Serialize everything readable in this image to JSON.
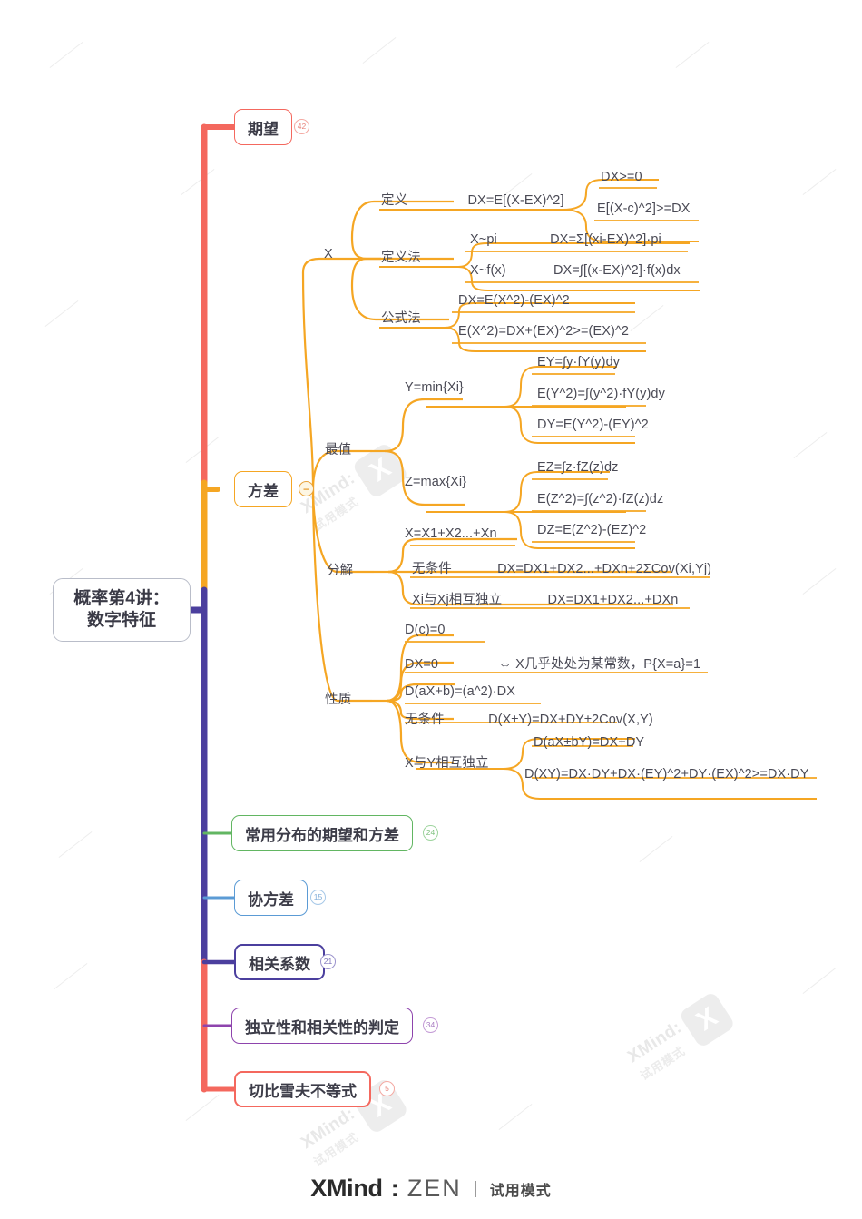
{
  "app": {
    "brand_x": "XMind",
    "brand_colon": ":",
    "brand_zen": "ZEN",
    "separator": "|",
    "mode": "试用模式",
    "watermark_text": "XMind:",
    "watermark_sub": "试用模式",
    "watermark_logo": "X"
  },
  "colors": {
    "expect": "#f4685e",
    "variance": "#f5a623",
    "common": "#62b662",
    "cov": "#5b9bd5",
    "corr": "#4b3f9e",
    "indep": "#8e44ad",
    "cheby": "#f4685e",
    "root_border": "#b9bdc9",
    "text": "#4a4a55",
    "spine_top": "#f4685e",
    "spine_mid": "#4b3f9e"
  },
  "root": {
    "line1": "概率第4讲：",
    "line2": "数字特征"
  },
  "main_branches": [
    {
      "id": "expect",
      "label": "期望",
      "badge": "42",
      "color": "#f4685e"
    },
    {
      "id": "variance",
      "label": "方差",
      "badge": "−",
      "color": "#f5a623"
    },
    {
      "id": "common",
      "label": "常用分布的期望和方差",
      "badge": "24",
      "color": "#62b662"
    },
    {
      "id": "cov",
      "label": "协方差",
      "badge": "15",
      "color": "#5b9bd5"
    },
    {
      "id": "corr",
      "label": "相关系数",
      "badge": "21",
      "color": "#4b3f9e"
    },
    {
      "id": "indep",
      "label": "独立性和相关性的判定",
      "badge": "34",
      "color": "#8e44ad"
    },
    {
      "id": "cheby",
      "label": "切比雪夫不等式",
      "badge": "5",
      "color": "#f4685e"
    }
  ],
  "variance_tree": {
    "groups": [
      {
        "label": "X",
        "children": [
          {
            "label": "定义",
            "formula": "DX=E[(X-EX)^2]",
            "children": [
              {
                "label": "DX>=0"
              },
              {
                "label": "E[(X-c)^2]>=DX"
              }
            ]
          },
          {
            "label": "定义法",
            "formula": "",
            "children": [
              {
                "label": "X~pi",
                "formula": "DX=Σ[(xi-EX)^2]·pi"
              },
              {
                "label": "X~f(x)",
                "formula": "DX=∫[(x-EX)^2]·f(x)dx"
              }
            ]
          },
          {
            "label": "公式法",
            "formula": "",
            "children": [
              {
                "label": "DX=E(X^2)-(EX)^2"
              },
              {
                "label": "E(X^2)=DX+(EX)^2>=(EX)^2"
              }
            ]
          }
        ]
      },
      {
        "label": "最值",
        "children": [
          {
            "label": "Y=min{Xi}",
            "children": [
              {
                "label": "EY=∫y·fY(y)dy"
              },
              {
                "label": "E(Y^2)=∫(y^2)·fY(y)dy"
              },
              {
                "label": "DY=E(Y^2)-(EY)^2"
              }
            ]
          },
          {
            "label": "Z=max{Xi}",
            "children": [
              {
                "label": "EZ=∫z·fZ(z)dz"
              },
              {
                "label": "E(Z^2)=∫(z^2)·fZ(z)dz"
              },
              {
                "label": "DZ=E(Z^2)-(EZ)^2"
              }
            ]
          }
        ]
      },
      {
        "label": "分解",
        "children": [
          {
            "label": "X=X1+X2...+Xn"
          },
          {
            "label": "无条件",
            "formula": "DX=DX1+DX2...+DXn+2ΣCov(Xi,Yj)"
          },
          {
            "label": "Xi与Xj相互独立",
            "formula": "DX=DX1+DX2...+DXn"
          }
        ]
      },
      {
        "label": "性质",
        "children": [
          {
            "label": "D(c)=0"
          },
          {
            "label": "DX=0",
            "formula": "⇔ X几乎处处为某常数，P{X=a}=1"
          },
          {
            "label": "D(aX+b)=(a^2)·DX"
          },
          {
            "label": "无条件",
            "formula": "D(X±Y)=DX+DY±2Cov(X,Y)"
          },
          {
            "label": "X与Y相互独立",
            "children": [
              {
                "label": "D(aX±bY)=DX+DY"
              },
              {
                "label": "D(XY)=DX·DY+DX·(EY)^2+DY·(EX)^2>=DX·DY"
              }
            ]
          }
        ]
      }
    ]
  }
}
